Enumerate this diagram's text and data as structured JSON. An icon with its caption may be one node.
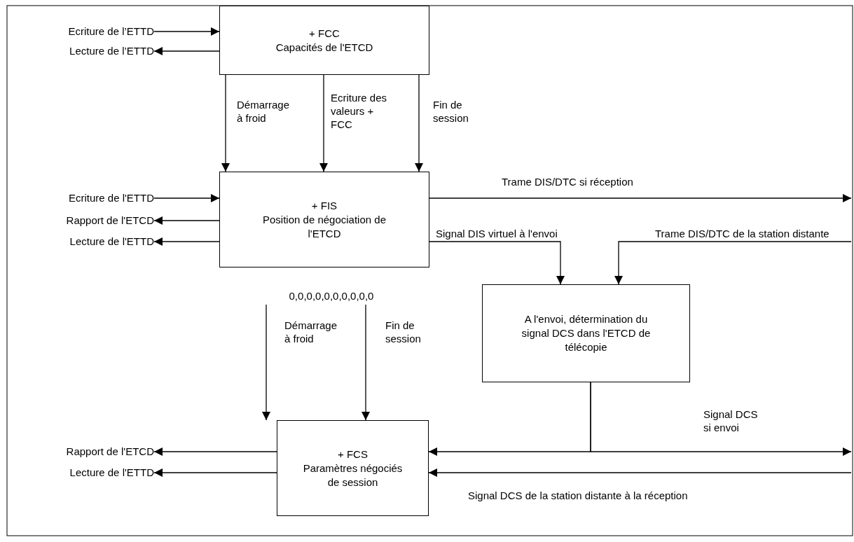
{
  "diagram": {
    "nodes": [
      {
        "text": [
          "Ecriture de l’ETTD"
        ]
      },
      {
        "text": [
          "Lecture de l’ETTD"
        ]
      },
      {
        "text": [
          "+ FCC",
          "Capacités de l'ETCD"
        ]
      },
      {
        "text": [
          "Ecriture de l'ETTD"
        ]
      },
      {
        "text": [
          "Rapport de l'ETCD"
        ]
      },
      {
        "text": [
          "Lecture de l'ETTD"
        ]
      },
      {
        "text": [
          "+ FIS",
          "Position de négociation de l'ETCD"
        ]
      },
      {
        "text": [
          "0,0,0,0,0,0,0,0,0,0"
        ]
      },
      {
        "text": [
          "A l'envoi, détermination du signal DCS dans l'ETCD de télécopie"
        ]
      },
      {
        "text": [
          "+ FCS",
          "Paramètres négociés de session"
        ]
      },
      {
        "text": [
          "Rapport de l'ETCD"
        ]
      },
      {
        "text": [
          "Lecture de l'ETTD"
        ]
      }
    ],
    "edges": [
      {
        "from": 0,
        "to": 2,
        "arrow": "to"
      },
      {
        "from": 2,
        "to": 1,
        "arrow": "to"
      },
      {
        "from": 2,
        "to": 6,
        "arrow": "to",
        "label": "Démarrage à froid"
      },
      {
        "from": 2,
        "to": 6,
        "arrow": "to",
        "label": "Ecriture des valeurs + FCC"
      },
      {
        "from": 2,
        "to": 6,
        "arrow": "to",
        "label": "Fin de session"
      },
      {
        "from": 3,
        "to": 6,
        "arrow": "to"
      },
      {
        "from": 6,
        "to": 4,
        "arrow": "to"
      },
      {
        "from": 6,
        "to": 5,
        "arrow": "to"
      },
      {
        "from": 6,
        "to": null,
        "arrow": "to",
        "label": "Trame DIS/DTC si réception"
      },
      {
        "from": 6,
        "to": 8,
        "arrow": "to",
        "label": "Signal DIS virtuel à l'envoi"
      },
      {
        "from": null,
        "to": 8,
        "arrow": "to",
        "label": "Trame DIS/DTC de la station distante"
      },
      {
        "from": 7,
        "to": 9,
        "arrow": "to",
        "label": "Démarrage à froid"
      },
      {
        "from": 7,
        "to": 9,
        "arrow": "to",
        "label": "Fin de session"
      },
      {
        "from": 8,
        "to": 9,
        "arrow": "to"
      },
      {
        "from": 8,
        "to": null,
        "arrow": "to",
        "label": "Signal DCS si envoi"
      },
      {
        "from": null,
        "to": 9,
        "arrow": "to",
        "label": "Signal DCS de la station distante à la réception"
      },
      {
        "from": 9,
        "to": 10,
        "arrow": "to"
      },
      {
        "from": 9,
        "to": 11,
        "arrow": "to"
      }
    ]
  }
}
